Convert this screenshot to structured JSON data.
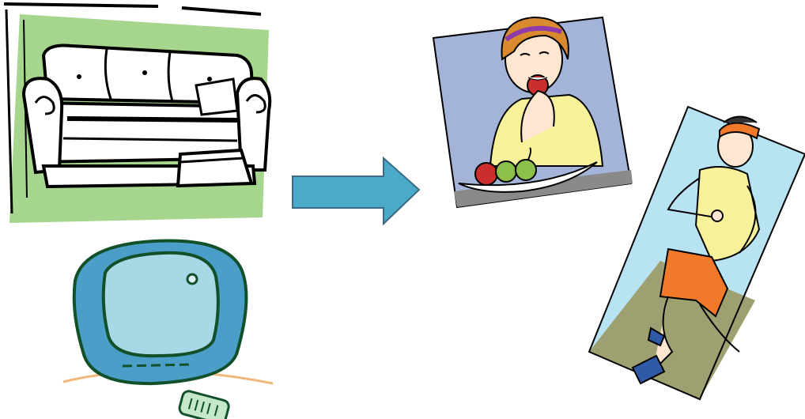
{
  "scene": {
    "panels": [
      {
        "id": "couch",
        "icon": "couch-icon"
      },
      {
        "id": "tv",
        "icon": "television-icon"
      },
      {
        "id": "arrow",
        "icon": "arrow-right-icon"
      },
      {
        "id": "eating",
        "icon": "woman-eating-fruit-icon"
      },
      {
        "id": "runner",
        "icon": "man-running-icon"
      }
    ]
  },
  "colors": {
    "couch_backdrop": "#a6d58e",
    "tv_body": "#4a9ec8",
    "tv_screen": "#a8d8e6",
    "arrow_fill": "#4aaac8",
    "eating_backdrop": "#a3b4d8",
    "shirt": "#f7f29a",
    "hair": "#d98a2e",
    "runner_sky": "#b7e3f2",
    "runner_ground": "#9fa071",
    "shorts": "#f07a2a",
    "headband": "#f07a2a",
    "headband_woman": "#8e3aa8"
  }
}
